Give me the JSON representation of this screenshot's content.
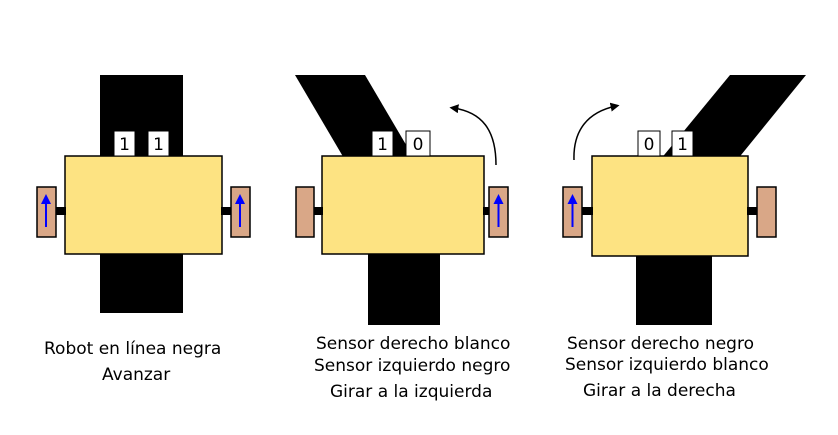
{
  "colors": {
    "body": "#fde382",
    "wheel": "#d9a787",
    "line": "#000000",
    "arrow": "#0000ff"
  },
  "panels": [
    {
      "sensor_left": "1",
      "sensor_right": "1",
      "captions": [
        "Robot en línea negra",
        "Avanzar"
      ],
      "arrow_wheels": [
        "left",
        "right"
      ],
      "turn_arrow": "none"
    },
    {
      "sensor_left": "1",
      "sensor_right": "0",
      "captions": [
        "Sensor derecho blanco",
        "Sensor izquierdo negro",
        "Girar a la izquierda"
      ],
      "arrow_wheels": [
        "right"
      ],
      "turn_arrow": "counterclockwise"
    },
    {
      "sensor_left": "0",
      "sensor_right": "1",
      "captions": [
        "Sensor derecho negro",
        "Sensor izquierdo blanco",
        "Girar a la derecha"
      ],
      "arrow_wheels": [
        "left"
      ],
      "turn_arrow": "clockwise"
    }
  ]
}
